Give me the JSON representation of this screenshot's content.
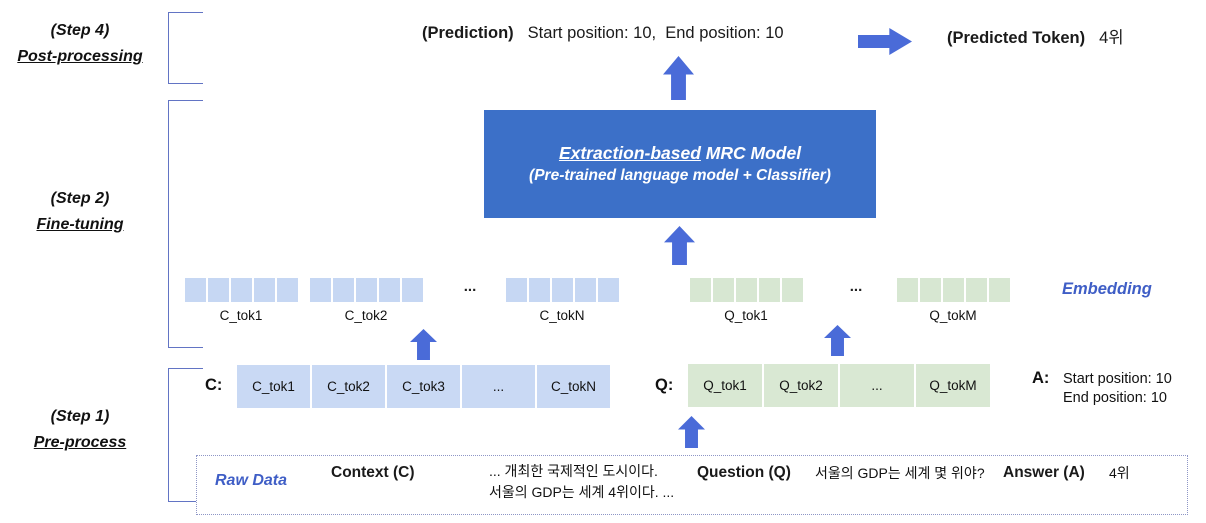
{
  "colors": {
    "model_box_blue": "#3c70c8",
    "arrow_blue": "#4a6bd8",
    "context_cell_blue": "#c9d9f4",
    "question_cell_green": "#d9e8d3",
    "bracket_blue": "#6274c4",
    "accent_text_blue": "#3f5ec6"
  },
  "steps": {
    "step4": {
      "line1": "(Step 4)",
      "line2": "Post-processing"
    },
    "step2": {
      "line1": "(Step 2)",
      "line2": "Fine-tuning"
    },
    "step1": {
      "line1": "(Step 1)",
      "line2": "Pre-process"
    }
  },
  "prediction": {
    "label": "(Prediction)",
    "text": "Start position: 10,  End position: 10",
    "token_label": "(Predicted Token)",
    "token_value": "4위"
  },
  "model": {
    "title_underlined": "Extraction-based",
    "title_rest": " MRC Model",
    "subtitle": "(Pre-trained language model + Classifier)"
  },
  "embedding": {
    "label": "Embedding",
    "ellipsis": "...",
    "groups": [
      {
        "label": "C_tok1"
      },
      {
        "label": "C_tok2"
      },
      {
        "label": "C_tokN"
      },
      {
        "label": "Q_tok1"
      },
      {
        "label": "Q_tokM"
      }
    ]
  },
  "tokens": {
    "c_label": "C:",
    "c_cells": [
      "C_tok1",
      "C_tok2",
      "C_tok3",
      "...",
      "C_tokN"
    ],
    "q_label": "Q:",
    "q_cells": [
      "Q_tok1",
      "Q_tok2",
      "...",
      "Q_tokM"
    ],
    "a_label": "A:",
    "a_line1": "Start position: 10",
    "a_line2": "End position: 10"
  },
  "raw": {
    "label": "Raw Data",
    "context_label": "Context (C)",
    "context_line1": "... 개최한 국제적인 도시이다.",
    "context_line2": "서울의 GDP는 세계 4위이다. ...",
    "question_label": "Question (Q)",
    "question_text": "서울의 GDP는 세계 몇 위야?",
    "answer_label": "Answer (A)",
    "answer_text": "4위"
  }
}
